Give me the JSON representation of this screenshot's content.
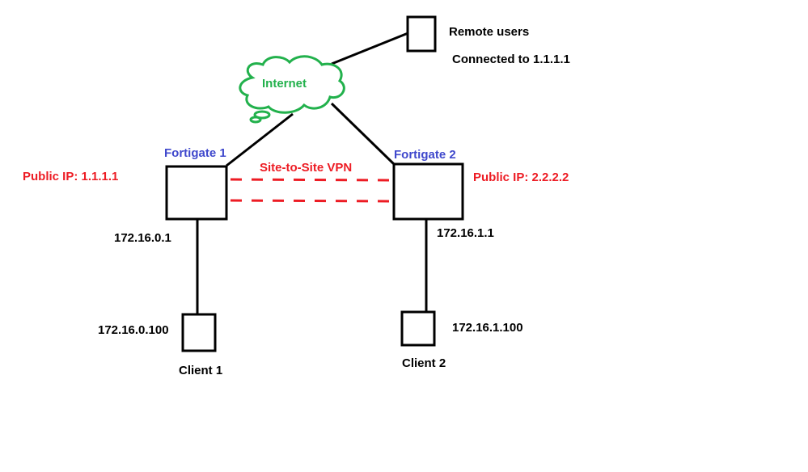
{
  "colors": {
    "line": "#000000",
    "internet": "#22b14c",
    "device_label": "#3f48cc",
    "vpn": "#ed1c24"
  },
  "remote": {
    "label": "Remote users",
    "note": "Connected to 1.1.1.1"
  },
  "internet": {
    "label": "Internet"
  },
  "fortigate1": {
    "label": "Fortigate 1",
    "public_ip": "Public IP: 1.1.1.1",
    "lan_ip": "172.16.0.1"
  },
  "fortigate2": {
    "label": "Fortigate 2",
    "public_ip": "Public IP: 2.2.2.2",
    "lan_ip": "172.16.1.1"
  },
  "vpn": {
    "label": "Site-to-Site VPN"
  },
  "client1": {
    "label": "Client 1",
    "ip": "172.16.0.100"
  },
  "client2": {
    "label": "Client 2",
    "ip": "172.16.1.100"
  }
}
